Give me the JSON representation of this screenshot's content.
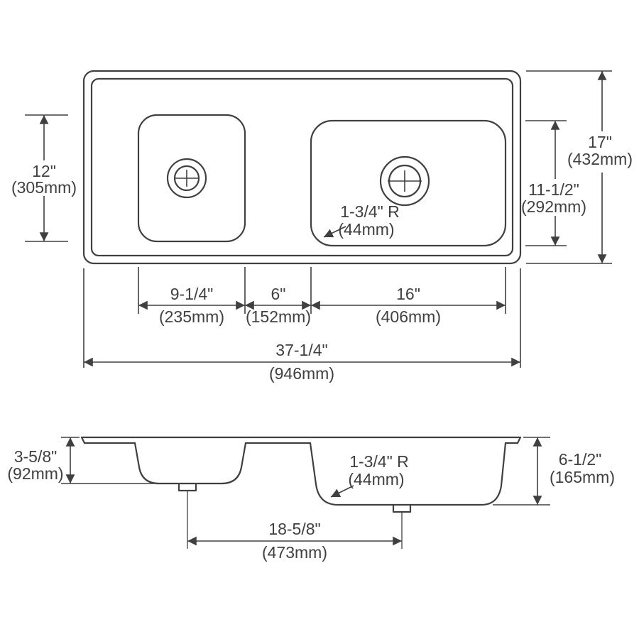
{
  "colors": {
    "line": "#404040",
    "background": "#ffffff"
  },
  "top_view": {
    "left_bowl_height_in": "12\"",
    "left_bowl_height_mm": "(305mm)",
    "overall_height_in": "17\"",
    "overall_height_mm": "(432mm)",
    "right_bowl_height_in": "11-1/2\"",
    "right_bowl_height_mm": "(292mm)",
    "corner_radius_in": "1-3/4\" R",
    "corner_radius_mm": "(44mm)",
    "left_bowl_width_in": "9-1/4\"",
    "left_bowl_width_mm": "(235mm)",
    "bowl_gap_in": "6\"",
    "bowl_gap_mm": "(152mm)",
    "right_bowl_width_in": "16\"",
    "right_bowl_width_mm": "(406mm)",
    "overall_width_in": "37-1/4\"",
    "overall_width_mm": "(946mm)"
  },
  "side_view": {
    "left_bowl_depth_in": "3-5/8\"",
    "left_bowl_depth_mm": "(92mm)",
    "corner_radius_in": "1-3/4\" R",
    "corner_radius_mm": "(44mm)",
    "right_bowl_depth_in": "6-1/2\"",
    "right_bowl_depth_mm": "(165mm)",
    "drain_spacing_in": "18-5/8\"",
    "drain_spacing_mm": "(473mm)"
  }
}
